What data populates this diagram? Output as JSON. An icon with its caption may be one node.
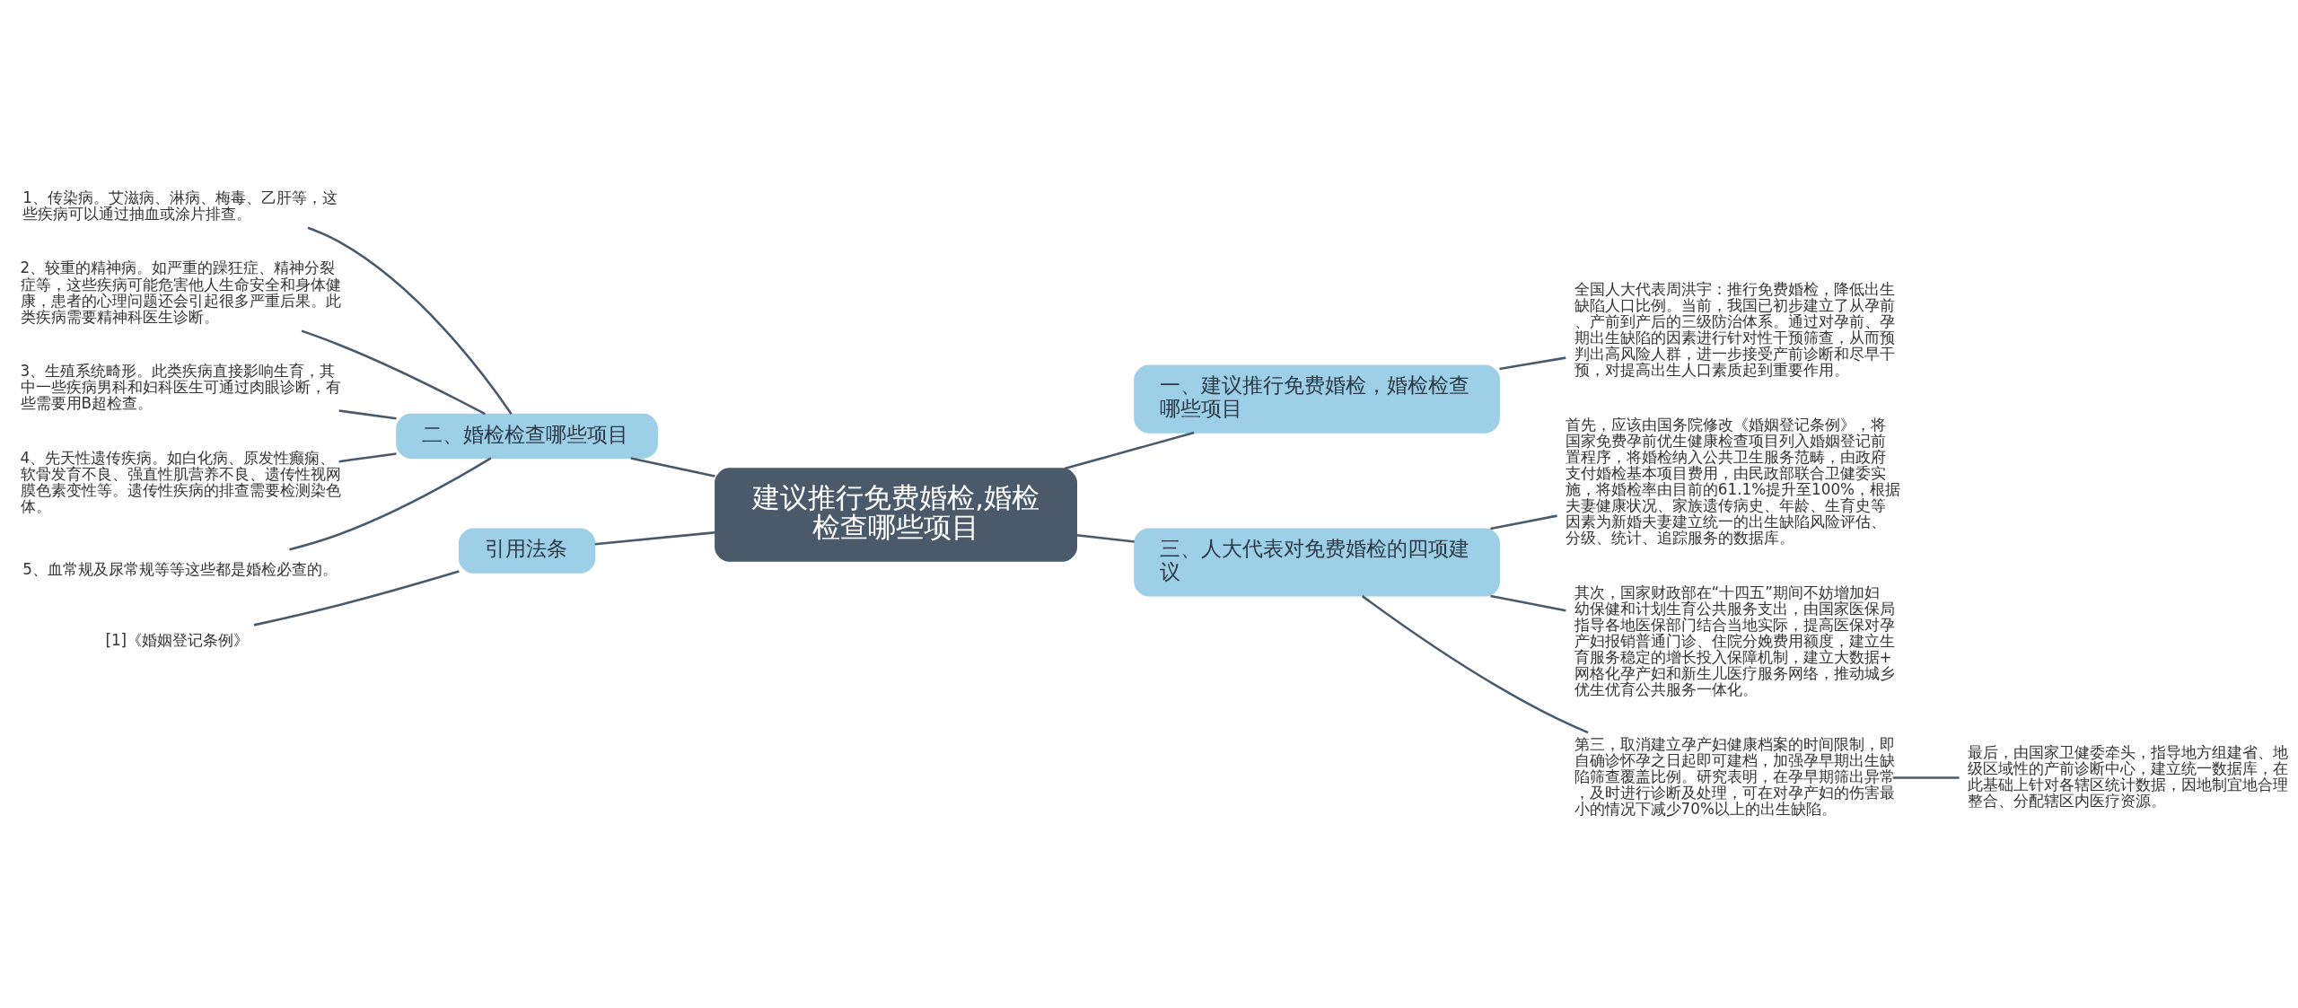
{
  "diagram": {
    "nodes": [
      {
        "text": [
          "建议推行免费婚检,婚检检查哪些项目"
        ]
      },
      {
        "text": [
          "一、建议推行免费婚检，婚检检查哪些项目"
        ]
      },
      {
        "text": [
          "全国人大代表周洪宇：推行免费婚检，降低出生缺陷人口比例。当前，我国已初步建立了从孕前、产前到产后的三级防治体系。通过对孕前、孕期出生缺陷的因素进行针对性干预筛查，从而预判出高风险人群，进一步接受产前诊断和尽早干预，对提高出生人口素质起到重要作用。"
        ]
      },
      {
        "text": [
          "二、婚检检查哪些项目"
        ]
      },
      {
        "text": [
          "1、传染病。艾滋病、淋病、梅毒、乙肝等，这些疾病可以通过抽血或涂片排查。"
        ]
      },
      {
        "text": [
          "2、较重的精神病。如严重的躁狂症、精神分裂症等，这些疾病可能危害他人生命安全和身体健康，患者的心理问题还会引起很多严重后果。此类疾病需要精神科医生诊断。"
        ]
      },
      {
        "text": [
          "3、生殖系统畸形。此类疾病直接影响生育，其中一些疾病男科和妇科医生可通过肉眼诊断，有些需要用B超检查。"
        ]
      },
      {
        "text": [
          "4、先天性遗传疾病。如白化病、原发性癫痫、软骨发育不良、强直性肌营养不良、遗传性视网膜色素变性等。遗传性疾病的排查需要检测染色体。"
        ]
      },
      {
        "text": [
          "5、血常规及尿常规等等这些都是婚检必查的。"
        ]
      },
      {
        "text": [
          "三、人大代表对免费婚检的四项建议"
        ]
      },
      {
        "text": [
          "首先，应该由国务院修改《婚姻登记条例》，将国家免费孕前优生健康检查项目列入婚姻登记前置程序，将婚检纳入公共卫生服务范畴，由政府支付婚检基本项目费用，由民政部联合卫健委实施，将婚检率由目前的61.1%提升至100%，根据夫妻健康状况、家族遗传病史、年龄、生育史等因素为新婚夫妻建立统一的出生缺陷风险评估、分级、统计、追踪服务的数据库。"
        ]
      },
      {
        "text": [
          "其次，国家财政部在“十四五”期间不妨增加妇幼保健和计划生育公共服务支出，由国家医保局指导各地医保部门结合当地实际，提高医保对孕产妇报销普通门诊、住院分娩费用额度，建立生育服务稳定的增长投入保障机制，建立大数据+网格化孕产妇和新生儿医疗服务网络，推动城乡优生优育公共服务一体化。"
        ]
      },
      {
        "text": [
          "第三，取消建立孕产妇健康档案的时间限制，即自确诊怀孕之日起即可建档，加强孕早期出生缺陷筛查覆盖比例。研究表明，在孕早期筛出异常，及时进行诊断及处理，可在对孕产妇的伤害最小的情况下减少70%以上的出生缺陷。"
        ]
      },
      {
        "text": [
          "最后，由国家卫健委牵头，指导地方组建省、地级区域性的产前诊断中心，建立统一数据库，在此基础上针对各辖区统计数据，因地制宜地合理整合、分配辖区内医疗资源。"
        ]
      },
      {
        "text": [
          "引用法条"
        ]
      },
      {
        "text": [
          "[1]《婚姻登记条例》"
        ]
      }
    ],
    "edges": [
      {
        "from": 0,
        "to": 1,
        "arrow": "none"
      },
      {
        "from": 1,
        "to": 2,
        "arrow": "none"
      },
      {
        "from": 0,
        "to": 3,
        "arrow": "none"
      },
      {
        "from": 3,
        "to": 4,
        "arrow": "none"
      },
      {
        "from": 3,
        "to": 5,
        "arrow": "none"
      },
      {
        "from": 3,
        "to": 6,
        "arrow": "none"
      },
      {
        "from": 3,
        "to": 7,
        "arrow": "none"
      },
      {
        "from": 3,
        "to": 8,
        "arrow": "none"
      },
      {
        "from": 0,
        "to": 9,
        "arrow": "none"
      },
      {
        "from": 9,
        "to": 10,
        "arrow": "none"
      },
      {
        "from": 9,
        "to": 11,
        "arrow": "none"
      },
      {
        "from": 9,
        "to": 12,
        "arrow": "none"
      },
      {
        "from": 12,
        "to": 13,
        "arrow": "none"
      },
      {
        "from": 0,
        "to": 14,
        "arrow": "none"
      },
      {
        "from": 14,
        "to": 15,
        "arrow": "none"
      }
    ]
  }
}
